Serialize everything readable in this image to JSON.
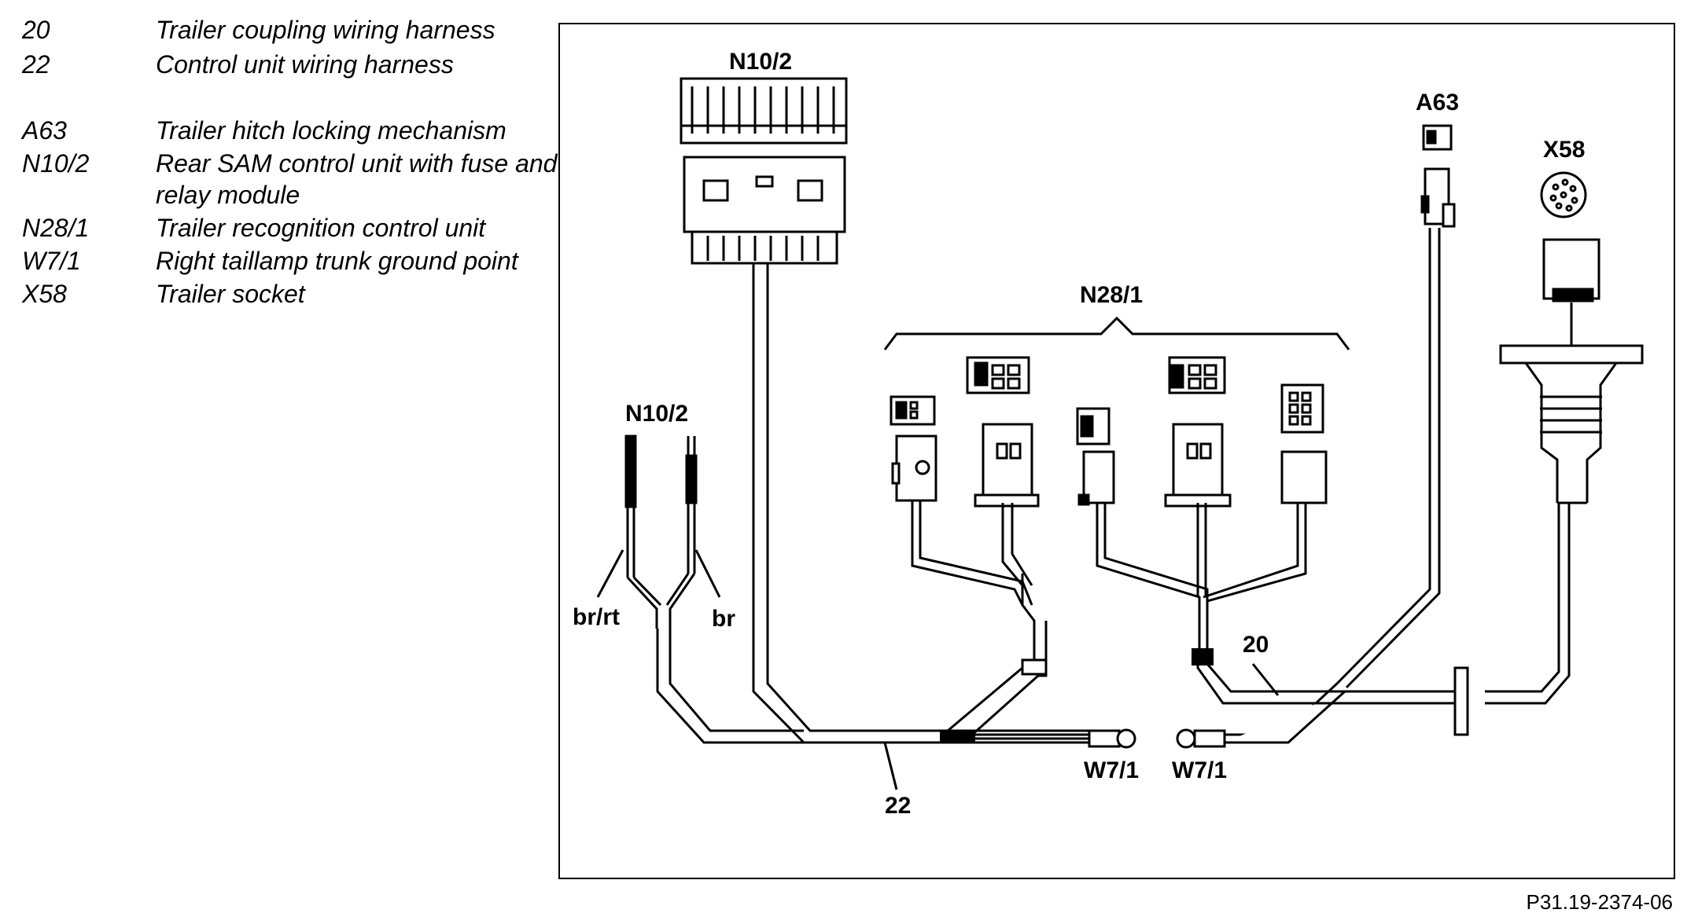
{
  "legend": [
    {
      "code": "20",
      "desc": "Trailer coupling wiring harness"
    },
    {
      "code": "22",
      "desc": "Control unit wiring harness"
    },
    {
      "code": "A63",
      "desc": "Trailer hitch locking mechanism"
    },
    {
      "code": "N10/2",
      "desc": "Rear SAM control unit with fuse and relay module"
    },
    {
      "code": "N28/1",
      "desc": "Trailer recognition control unit"
    },
    {
      "code": "W7/1",
      "desc": "Right taillamp trunk ground point"
    },
    {
      "code": "X58",
      "desc": "Trailer socket"
    }
  ],
  "diagram": {
    "labels": {
      "n10_2_top": "N10/2",
      "n10_2_left": "N10/2",
      "n28_1": "N28/1",
      "a63": "A63",
      "x58": "X58",
      "br_rt": "br/rt",
      "br": "br",
      "harness_20": "20",
      "harness_22": "22",
      "w7_1_left": "W7/1",
      "w7_1_right": "W7/1"
    }
  },
  "figure_ref": "P31.19-2374-06"
}
